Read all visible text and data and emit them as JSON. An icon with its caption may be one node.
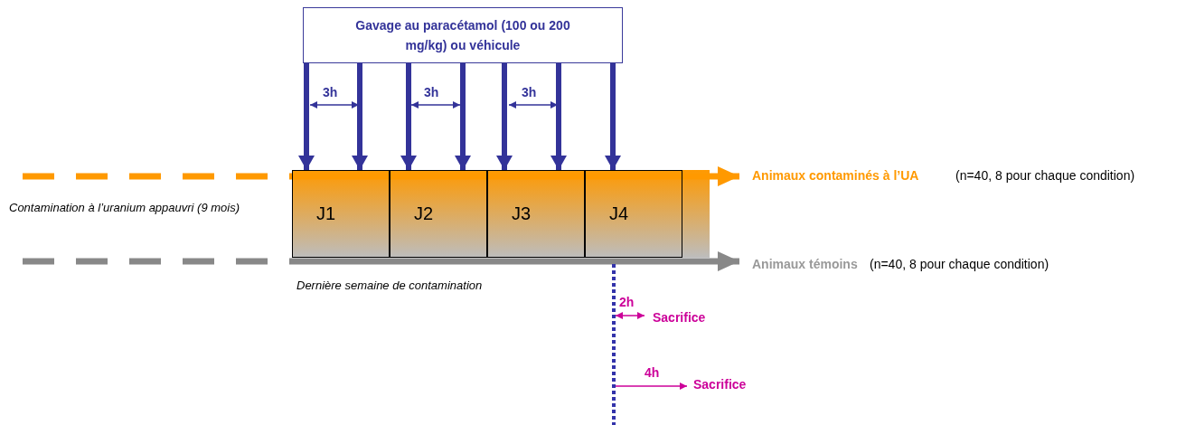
{
  "diagram": {
    "nodes": [
      {
        "text": [
          "Gavage au paracétamol (100 ou 200 mg/kg) ou véhicule"
        ]
      },
      {
        "text": [
          "J1"
        ]
      },
      {
        "text": [
          "J2"
        ]
      },
      {
        "text": [
          "J3"
        ]
      },
      {
        "text": [
          "J4"
        ]
      }
    ],
    "edges": [
      {
        "from": 0,
        "to": 1,
        "arrow": "to"
      },
      {
        "from": 0,
        "to": 1,
        "arrow": "to"
      },
      {
        "from": 0,
        "to": 2,
        "arrow": "to"
      },
      {
        "from": 0,
        "to": 2,
        "arrow": "to"
      },
      {
        "from": 0,
        "to": 3,
        "arrow": "to"
      },
      {
        "from": 0,
        "to": 3,
        "arrow": "to"
      },
      {
        "from": 0,
        "to": 4,
        "arrow": "to"
      }
    ],
    "labels": [
      "3h",
      "3h",
      "3h",
      "Animaux contaminés à l’UA",
      "(n=40, 8 pour chaque condition)",
      "Contamination à l’uranium appauvri (9 mois)",
      "Animaux témoins",
      "(n=40, 8 pour chaque condition)",
      "Dernière semaine de contamination",
      "2h",
      "Sacrifice",
      "4h",
      "Sacrifice"
    ]
  }
}
